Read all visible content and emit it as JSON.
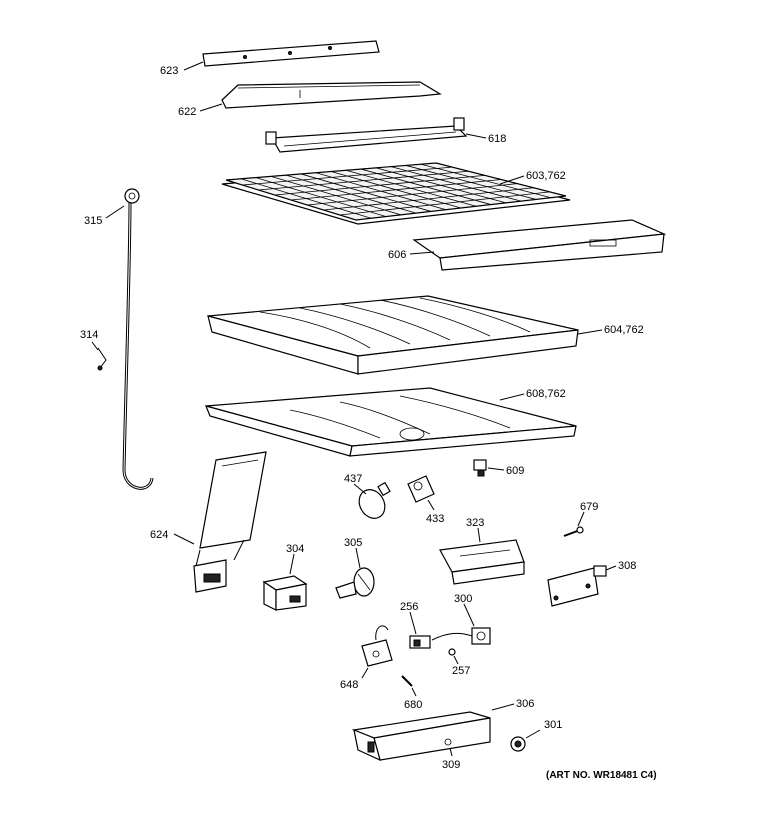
{
  "callouts": {
    "p623": "623",
    "p622": "622",
    "p618": "618",
    "p603": "603,762",
    "p315": "315",
    "p606": "606",
    "p314": "314",
    "p604": "604,762",
    "p608": "608,762",
    "p437": "437",
    "p609": "609",
    "p433": "433",
    "p679": "679",
    "p624": "624",
    "p323": "323",
    "p304": "304",
    "p305": "305",
    "p308": "308",
    "p256": "256",
    "p300": "300",
    "p257": "257",
    "p648": "648",
    "p680": "680",
    "p306": "306",
    "p301": "301",
    "p309": "309"
  },
  "art_number": "(ART NO. WR18481 C4)"
}
